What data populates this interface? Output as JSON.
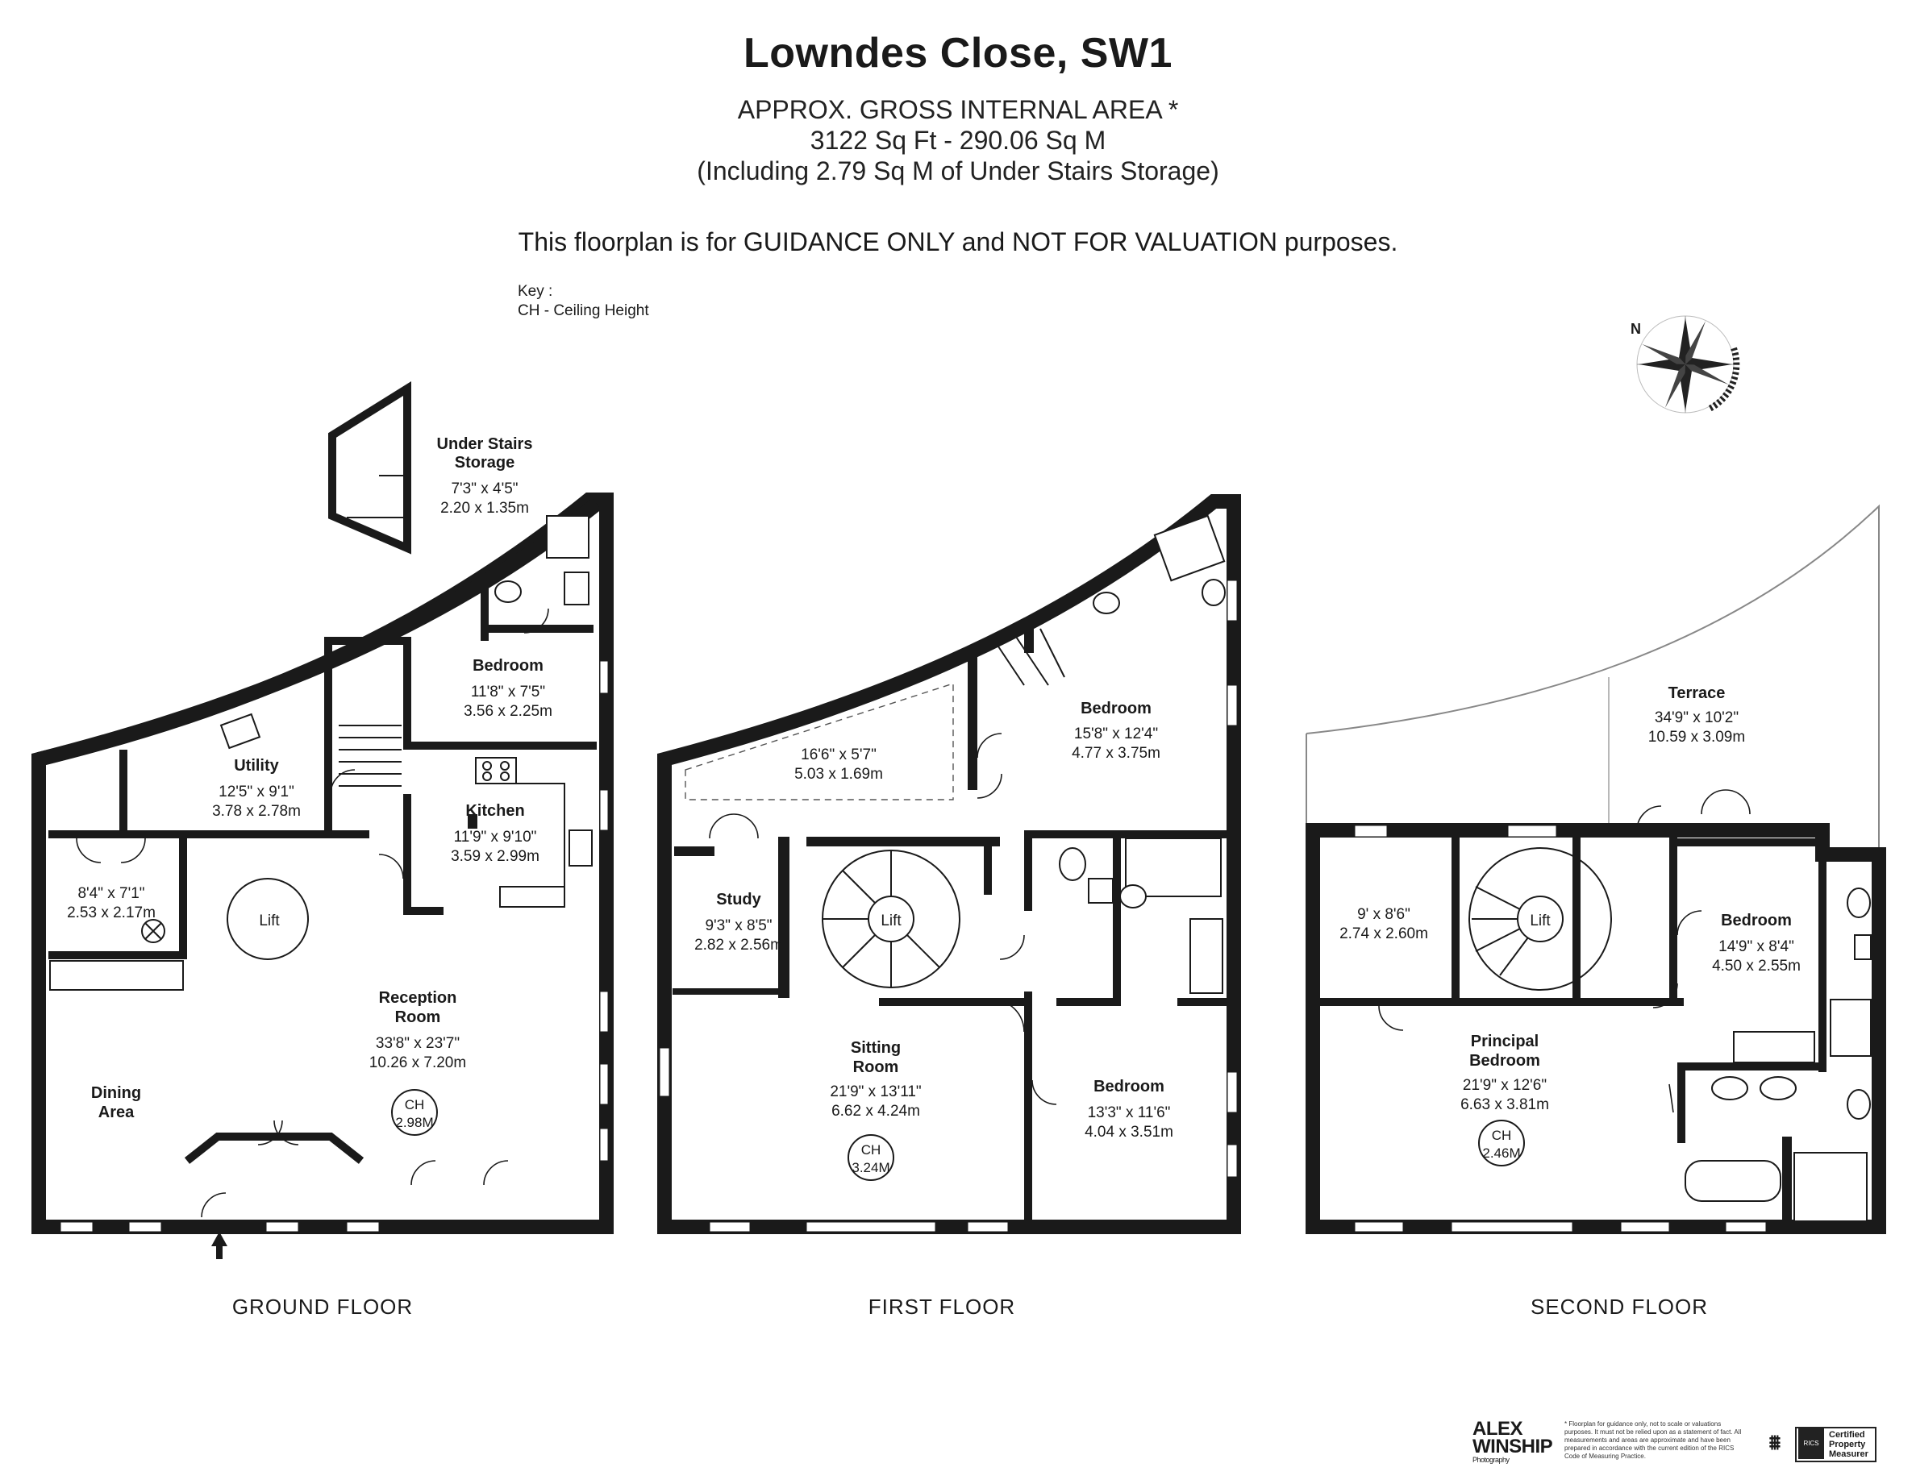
{
  "header": {
    "title": "Lowndes Close, SW1",
    "area_heading": "APPROX. GROSS INTERNAL  AREA *",
    "area_values": "3122 Sq Ft  -  290.06 Sq M",
    "storage_note": "(Including 2.79 Sq M of Under Stairs Storage)",
    "disclaimer": "This floorplan is for GUIDANCE ONLY and NOT FOR VALUATION purposes.",
    "key_label": "Key :",
    "key_item": "CH - Ceiling Height"
  },
  "compass": {
    "letters": "N"
  },
  "floors": {
    "ground": {
      "label": "GROUND FLOOR",
      "rooms": {
        "storage": {
          "name1": "Under Stairs",
          "name2": "Storage",
          "imp": "7'3\" x 4'5\"",
          "met": "2.20 x 1.35m"
        },
        "bedroom": {
          "name": "Bedroom",
          "imp": "11'8\" x 7'5\"",
          "met": "3.56 x 2.25m"
        },
        "utility": {
          "name": "Utility",
          "imp": "12'5\" x 9'1\"",
          "met": "3.78 x 2.78m"
        },
        "kitchen": {
          "name": "Kitchen",
          "imp": "11'9\" x 9'10\"",
          "met": "3.59 x 2.99m"
        },
        "store": {
          "imp": "8'4\" x 7'1\"",
          "met": "2.53 x 2.17m"
        },
        "lift": {
          "name": "Lift"
        },
        "reception": {
          "name1": "Reception",
          "name2": "Room",
          "imp": "33'8\" x 23'7\"",
          "met": "10.26 x 7.20m",
          "ch1": "CH",
          "ch2": "2.98M"
        },
        "dining": {
          "name1": "Dining",
          "name2": "Area"
        }
      }
    },
    "first": {
      "label": "FIRST FLOOR",
      "rooms": {
        "landing": {
          "imp": "16'6\" x 5'7\"",
          "met": "5.03 x 1.69m"
        },
        "bedroom1": {
          "name": "Bedroom",
          "imp": "15'8\" x 12'4\"",
          "met": "4.77 x 3.75m"
        },
        "study": {
          "name": "Study",
          "imp": "9'3\" x 8'5\"",
          "met": "2.82 x 2.56m"
        },
        "lift": {
          "name": "Lift"
        },
        "sitting": {
          "name1": "Sitting",
          "name2": "Room",
          "imp": "21'9\" x 13'11\"",
          "met": "6.62 x 4.24m",
          "ch1": "CH",
          "ch2": "3.24M"
        },
        "bedroom2": {
          "name": "Bedroom",
          "imp": "13'3\" x 11'6\"",
          "met": "4.04 x 3.51m"
        }
      }
    },
    "second": {
      "label": "SECOND FLOOR",
      "rooms": {
        "terrace": {
          "name": "Terrace",
          "imp": "34'9\" x 10'2\"",
          "met": "10.59 x 3.09m"
        },
        "dressing": {
          "imp": "9' x 8'6\"",
          "met": "2.74 x 2.60m"
        },
        "lift": {
          "name": "Lift"
        },
        "bedroom": {
          "name": "Bedroom",
          "imp": "14'9\" x 8'4\"",
          "met": "4.50 x 2.55m"
        },
        "principal": {
          "name1": "Principal",
          "name2": "Bedroom",
          "imp": "21'9\" x 12'6\"",
          "met": "6.63 x 3.81m",
          "ch1": "CH",
          "ch2": "2.46M"
        }
      }
    }
  },
  "footer": {
    "brand1": "ALEX",
    "brand2": "WINSHIP",
    "brand3": "Photography",
    "note": "* Floorplan for guidance only, not to scale or valuations purposes. It must not be relied upon as a statement of fact. All measurements and areas are approximate and have been prepared in accordance with the current edition of the RICS Code of Measuring Practice.",
    "rics_badge": "RICS",
    "rics_line1": "Certified",
    "rics_line2": "Property",
    "rics_line3": "Measurer"
  }
}
